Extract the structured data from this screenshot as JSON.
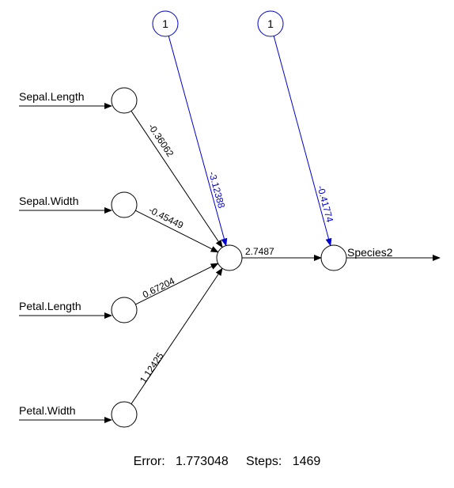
{
  "inputs": [
    {
      "label": "Sepal.Length",
      "weight": "-0.36062"
    },
    {
      "label": "Sepal.Width",
      "weight": "-0.45449"
    },
    {
      "label": "Petal.Length",
      "weight": "0.67204"
    },
    {
      "label": "Petal.Width",
      "weight": "1.12425"
    }
  ],
  "hidden": {
    "bias_label": "1",
    "bias_weight": "-3.12388",
    "out_weight": "2.7487"
  },
  "output": {
    "bias_label": "1",
    "bias_weight": "-0.41774",
    "label": "Species2"
  },
  "footer": {
    "error_label": "Error:",
    "error_value": "1.773048",
    "steps_label": "Steps:",
    "steps_value": "1469"
  },
  "colors": {
    "edge": "#000000",
    "bias": "#0000cc",
    "node_fill": "#ffffff"
  }
}
